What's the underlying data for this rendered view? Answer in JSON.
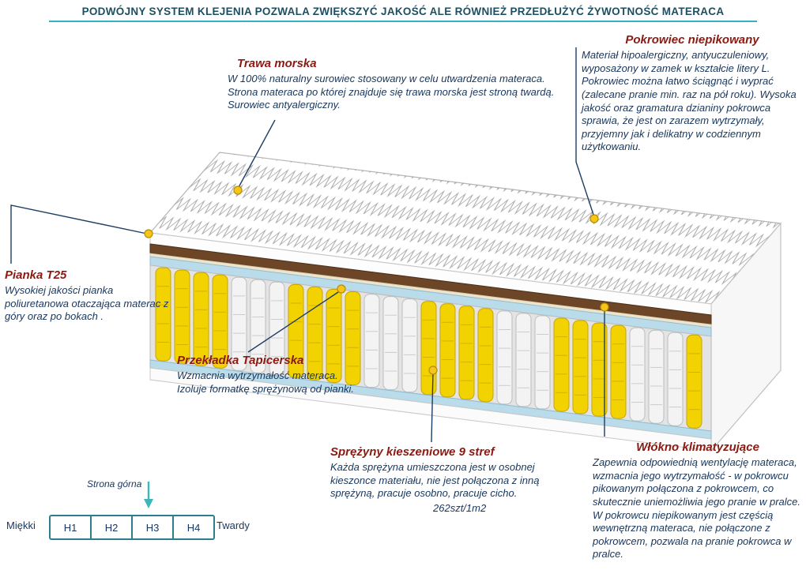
{
  "banner": {
    "text": "PODWÓJNY SYSTEM KLEJENIA POZWALA ZWIĘKSZYĆ JAKOŚĆ ALE RÓWNIEŻ PRZEDŁUŻYĆ ŻYWOTNOŚĆ MATERACA"
  },
  "annotations": {
    "trawa": {
      "title": "Trawa morska",
      "body": "W 100% naturalny surowiec stosowany w celu utwardzenia materaca. Strona materaca po której znajduje się trawa morska jest stroną twardą. Surowiec antyalergiczny."
    },
    "pokrowiec": {
      "title": "Pokrowiec niepikowany",
      "body": "Materiał hipoalergiczny, antyuczuleniowy, wyposażony w zamek w kształcie litery L. Pokrowiec można łatwo ściągnąć i wyprać (zalecane pranie min. raz na pół roku). Wysoka jakość oraz gramatura dzianiny pokrowca sprawia, że jest on zarazem wytrzymały, przyjemny jak i delikatny w codziennym użytkowaniu."
    },
    "pianka": {
      "title": "Pianka T25",
      "body": "Wysokiej jakości pianka poliuretanowa otaczająca materac z góry oraz po bokach ."
    },
    "przekladka": {
      "title": "Przekładka Tapicerska",
      "lines": [
        "Wzmacnia wytrzymałość materaca.",
        "Izoluje formatkę sprężynową od pianki."
      ]
    },
    "sprezyny": {
      "title": "Sprężyny kieszeniowe 9 stref",
      "body": "Każda sprężyna umieszczona jest w osobnej kieszonce materiału, nie jest połączona z inną sprężyną, pracuje osobno, pracuje cicho.",
      "count": "262szt/1m2"
    },
    "wlokno": {
      "title": "Włókno klimatyzujące",
      "body": "Zapewnia odpowiednią wentylację materaca, wzmacnia jego wytrzymałość - w pokrowcu pikowanym połączona z pokrowcem, co skutecznie uniemożliwia jego pranie w pralce. W pokrowcu niepikowanym jest częścią wewnętrzną materaca, nie połączone z pokrowcem, pozwala na pranie pokrowca w pralce."
    }
  },
  "scale": {
    "top_label": "Strona górna",
    "left_label": "Miękki",
    "right_label": "Twardy",
    "levels": [
      "H1",
      "H2",
      "H3",
      "H4"
    ],
    "selected": "H3"
  },
  "colors": {
    "accent_teal": "#35b2be",
    "heading_red": "#8a1a12",
    "text_navy": "#17365d",
    "banner_navy": "#1d4f63",
    "spring_yellow": "#f2d200",
    "spring_yellow_stroke": "#c9a500",
    "spring_white": "#f3f3f3",
    "spring_white_stroke": "#bdbdbd",
    "coconut_brown": "#6d4527",
    "layer_blue": "#badbe9",
    "marker_yellow": "#f5c518"
  }
}
